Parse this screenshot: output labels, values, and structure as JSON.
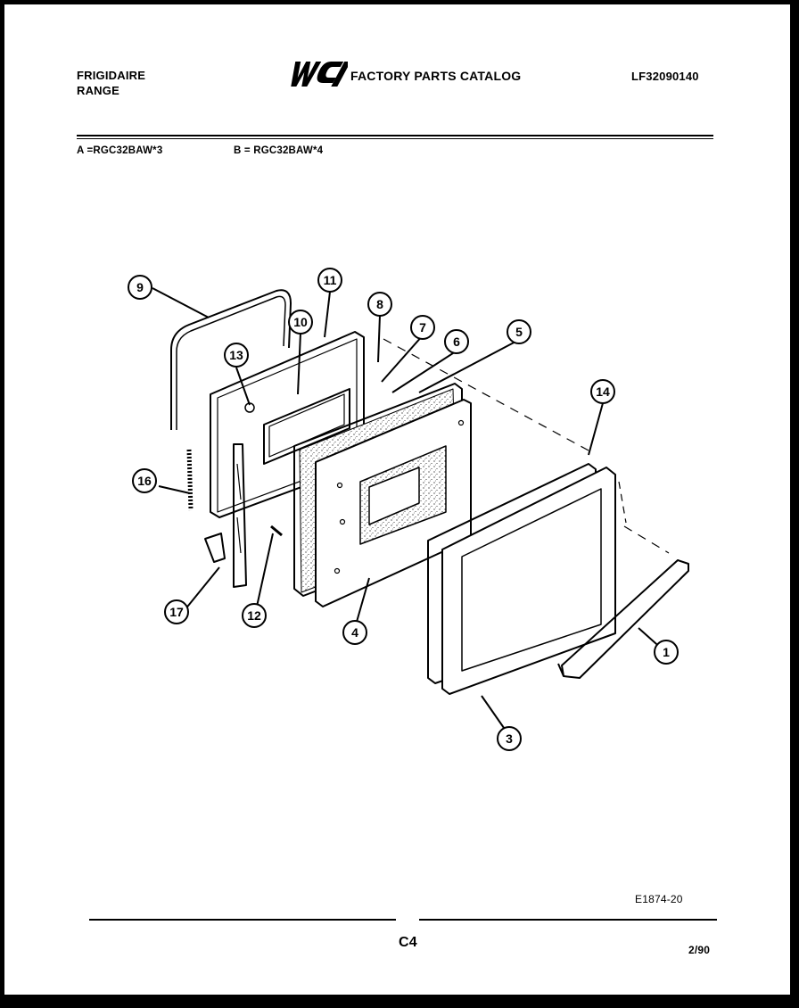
{
  "header": {
    "brand": "FRIGIDAIRE",
    "product": "RANGE",
    "catalog_title": "FACTORY PARTS CATALOG",
    "catalog_number": "LF32090140"
  },
  "models": {
    "a": "A =RGC32BAW*3",
    "b": "B = RGC32BAW*4"
  },
  "callouts": [
    "9",
    "11",
    "8",
    "7",
    "6",
    "5",
    "10",
    "13",
    "14",
    "16",
    "17",
    "12",
    "4",
    "1",
    "3"
  ],
  "footer": {
    "figure_id": "E1874-20",
    "page": "C4",
    "date": "2/90"
  }
}
